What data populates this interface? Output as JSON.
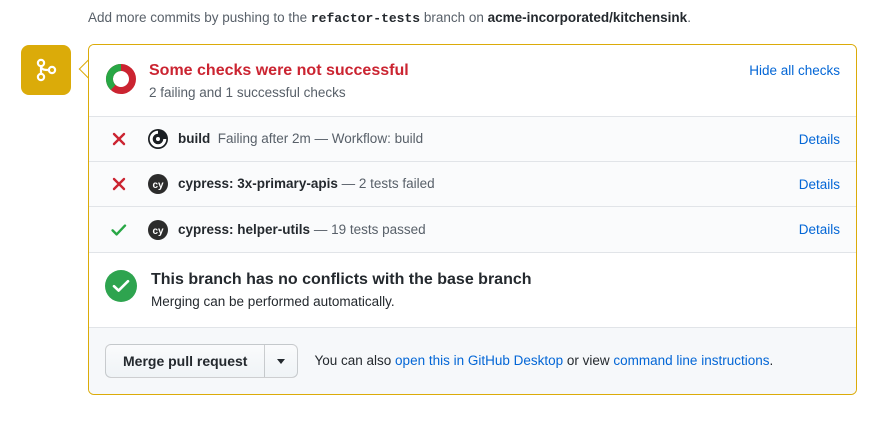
{
  "commit_hint": {
    "prefix": "Add more commits by pushing to the ",
    "branch": "refactor-tests",
    "middle": " branch on ",
    "repo": "acme-incorporated/kitchensink",
    "suffix": "."
  },
  "gutter": {
    "icon": "git-branch-icon",
    "color": "#dbab09"
  },
  "checks": {
    "status_icon": "partial-failure-donut-icon",
    "title": "Some checks were not successful",
    "subtitle": "2 failing and 1 successful checks",
    "toggle_label": "Hide all checks",
    "title_color": "#cb2431",
    "rows": [
      {
        "state": "failure",
        "state_icon": "x-icon",
        "avatar": "github-actions-avatar",
        "name": "build",
        "description": "Failing after 2m — Workflow: build",
        "details_label": "Details"
      },
      {
        "state": "failure",
        "state_icon": "x-icon",
        "avatar": "cypress-avatar",
        "name": "cypress: 3x-primary-apis",
        "description": "— 2 tests failed",
        "details_label": "Details"
      },
      {
        "state": "success",
        "state_icon": "check-icon",
        "avatar": "cypress-avatar",
        "name": "cypress: helper-utils",
        "description": "— 19 tests passed",
        "details_label": "Details"
      }
    ]
  },
  "conflicts": {
    "icon": "check-circle-icon",
    "icon_color": "#2ea44f",
    "title": "This branch has no conflicts with the base branch",
    "subtitle": "Merging can be performed automatically."
  },
  "merge_footer": {
    "button_label": "Merge pull request",
    "dropdown_icon": "chevron-down-icon",
    "note_prefix": "You can also ",
    "desktop_link": "open this in GitHub Desktop",
    "note_middle": " or view ",
    "cli_link": "command line instructions",
    "note_suffix": "."
  }
}
